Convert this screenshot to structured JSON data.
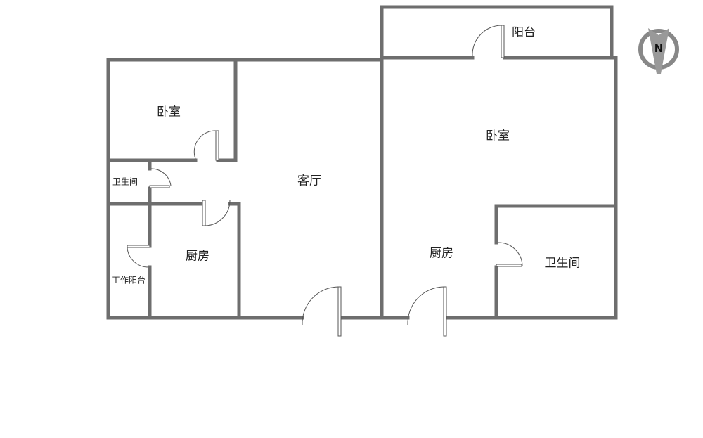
{
  "rooms": {
    "bedroom_left": "卧室",
    "bathroom_left": "卫生间",
    "living_room": "客厅",
    "kitchen_left": "厨房",
    "work_balcony": "工作阳台",
    "balcony": "阳台",
    "bedroom_right": "卧室",
    "kitchen_right": "厨房",
    "bathroom_right": "卫生间"
  },
  "compass": {
    "label": "N"
  },
  "colors": {
    "wall": "#6e6e6e",
    "text": "#222222"
  }
}
